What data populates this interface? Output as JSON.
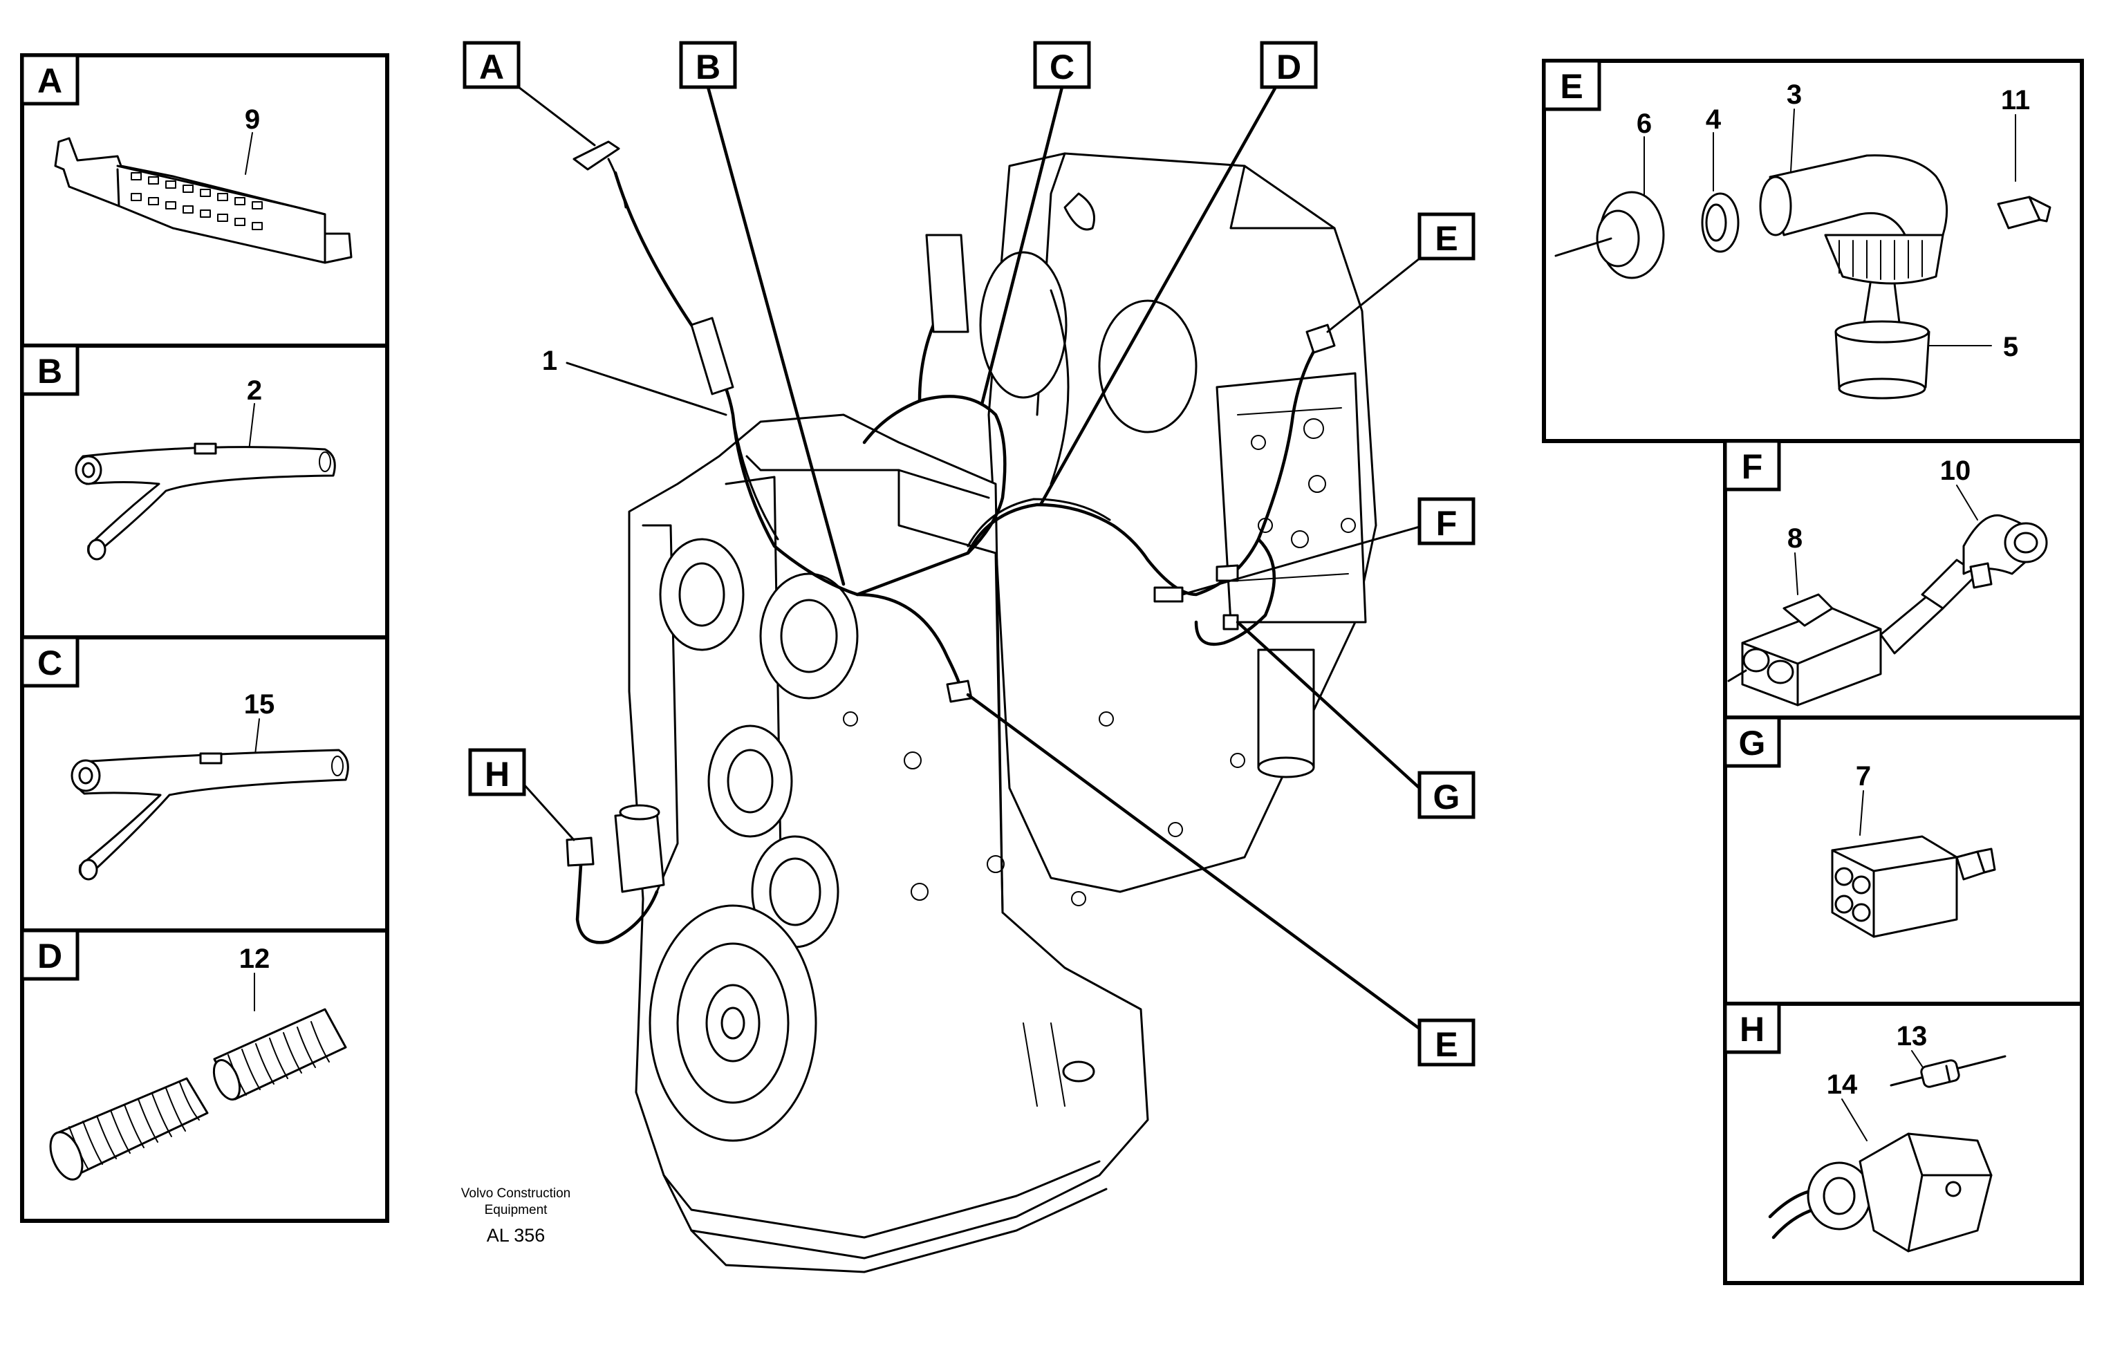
{
  "panels_left": [
    {
      "letter": "A",
      "item": "9"
    },
    {
      "letter": "B",
      "item": "2"
    },
    {
      "letter": "C",
      "item": "15"
    },
    {
      "letter": "D",
      "item": "12"
    }
  ],
  "panels_right": [
    {
      "letter": "E",
      "items": [
        "6",
        "4",
        "3",
        "11",
        "5"
      ]
    },
    {
      "letter": "F",
      "items": [
        "10",
        "8"
      ]
    },
    {
      "letter": "G",
      "items": [
        "7"
      ]
    },
    {
      "letter": "H",
      "items": [
        "13",
        "14"
      ]
    }
  ],
  "main_callouts": {
    "top": [
      "A",
      "B",
      "C",
      "D"
    ],
    "side": [
      "E",
      "F",
      "G",
      "E",
      "H"
    ],
    "part": "1"
  },
  "credit": {
    "line1": "Volvo Construction",
    "line2": "Equipment",
    "code": "AL 356"
  }
}
